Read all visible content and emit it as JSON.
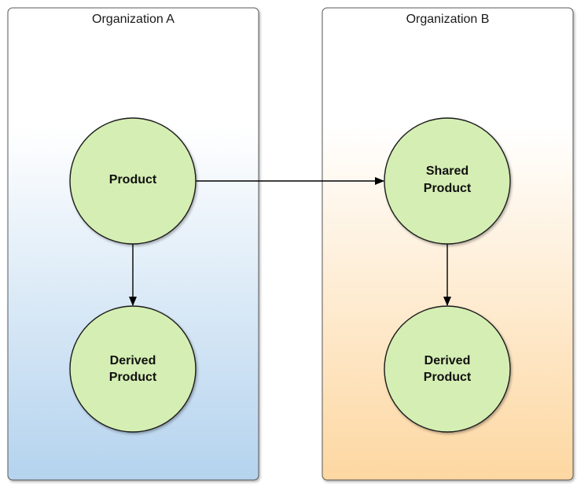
{
  "organizations": [
    {
      "title": "Organization A"
    },
    {
      "title": "Organization B"
    }
  ],
  "nodes": {
    "product": {
      "line1": "Product"
    },
    "derived_a": {
      "line1": "Derived",
      "line2": "Product"
    },
    "shared": {
      "line1": "Shared",
      "line2": "Product"
    },
    "derived_b": {
      "line1": "Derived",
      "line2": "Product"
    }
  },
  "colors": {
    "node_fill": "#d5eeb3",
    "node_stroke": "#1a1a1a",
    "panel_stroke": "#5a5a5a",
    "panel_a_gradient_end": "#b4d3ee",
    "panel_b_gradient_end": "#fdd7a1",
    "edge": "#000000"
  }
}
